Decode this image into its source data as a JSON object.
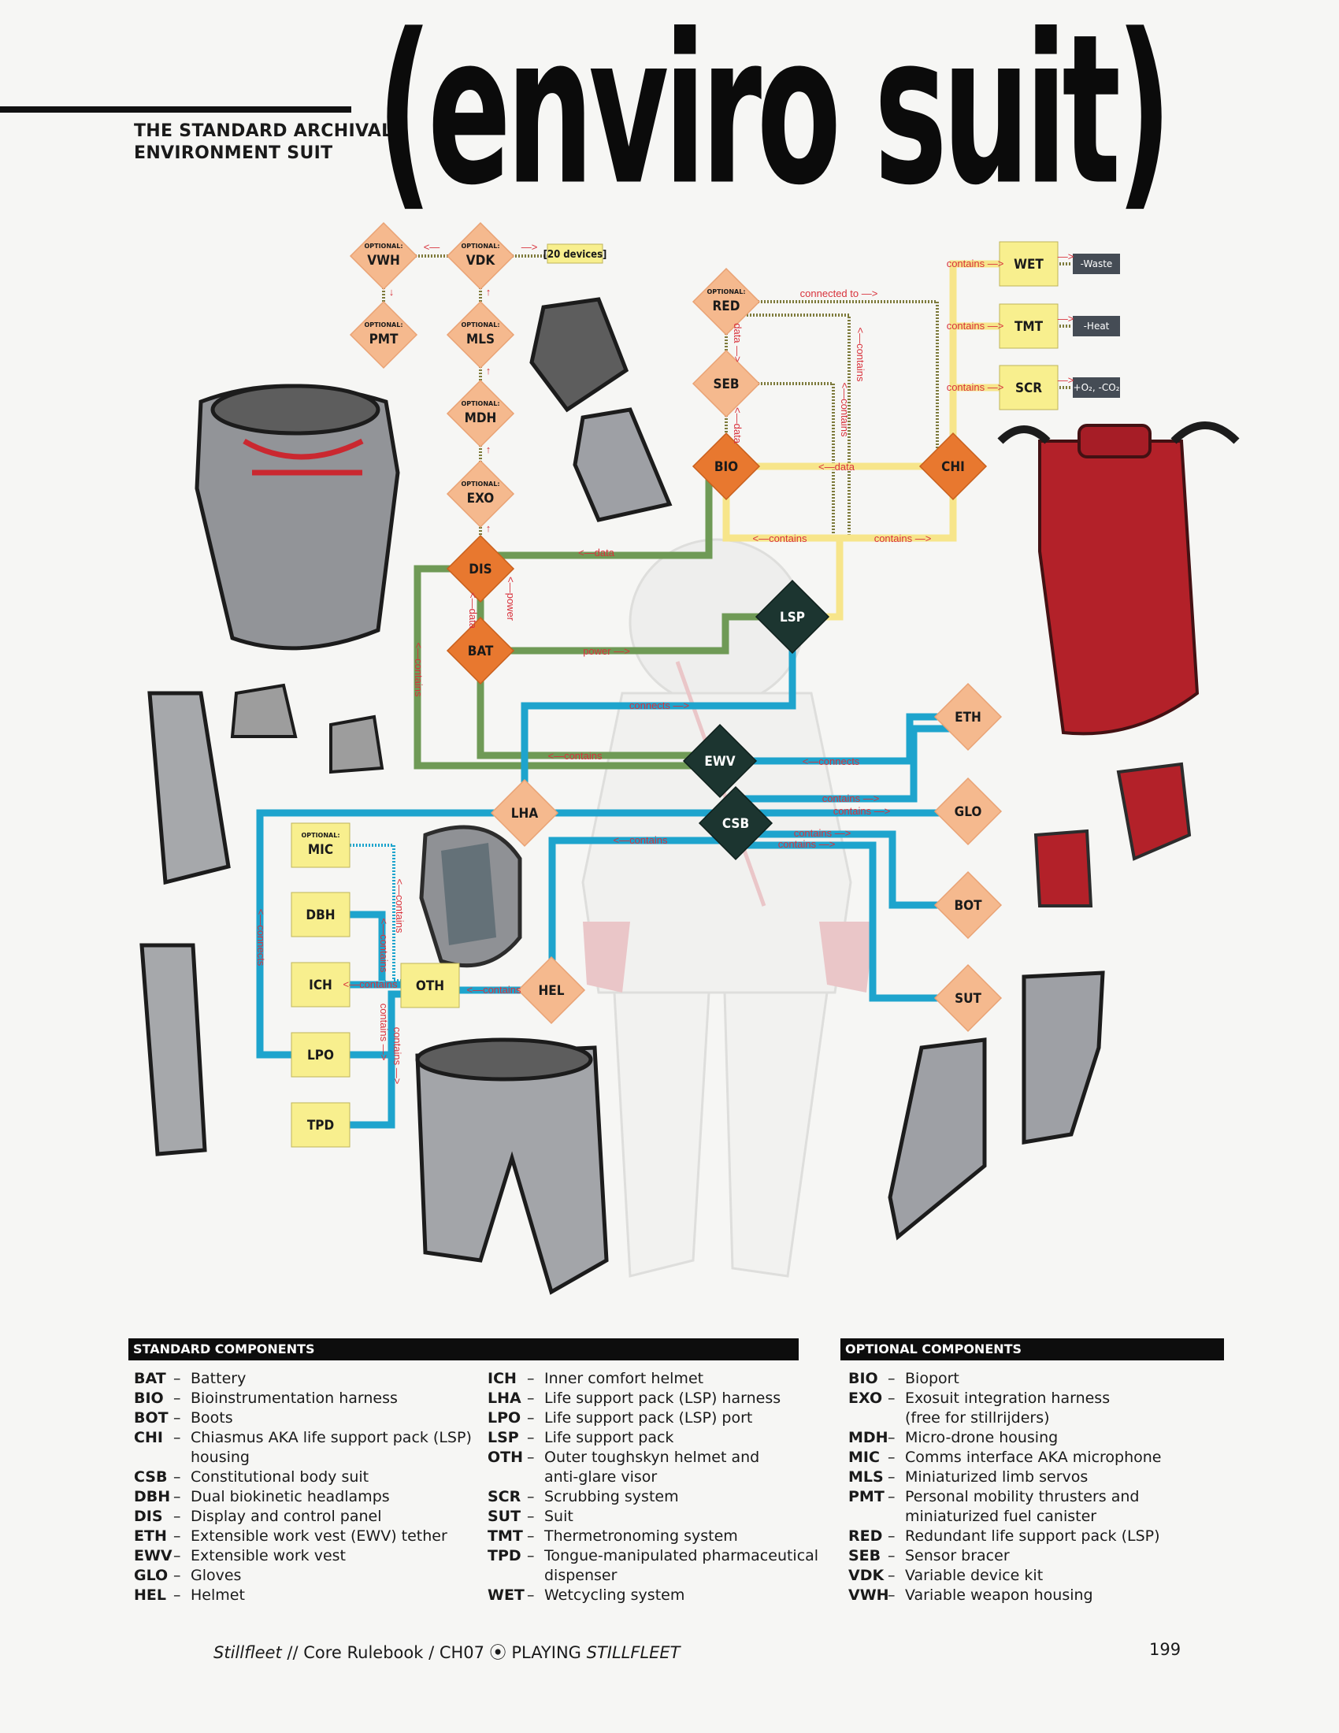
{
  "header": {
    "subtitle": "THE STANDARD ARCHIVAL\nENVIRONMENT SUIT",
    "title": "(enviro suit)"
  },
  "diagram": {
    "optional_label": "OPTIONAL:",
    "devices_label": "[20 devices]",
    "nodes": {
      "VWH": "VWH",
      "VDK": "VDK",
      "PMT": "PMT",
      "MLS": "MLS",
      "MDH": "MDH",
      "EXO": "EXO",
      "DIS": "DIS",
      "BAT": "BAT",
      "RED": "RED",
      "SEB": "SEB",
      "BIO": "BIO",
      "CHI": "CHI",
      "WET": "WET",
      "TMT": "TMT",
      "SCR": "SCR",
      "LSP": "LSP",
      "EWV": "EWV",
      "CSB": "CSB",
      "LHA": "LHA",
      "ETH": "ETH",
      "GLO": "GLO",
      "BOT": "BOT",
      "SUT": "SUT",
      "HEL": "HEL",
      "OTH": "OTH",
      "MIC": "MIC",
      "DBH": "DBH",
      "ICH": "ICH",
      "LPO": "LPO",
      "TPD": "TPD"
    },
    "outputs": {
      "WET": "-Waste",
      "TMT": "-Heat",
      "SCR": "+O₂, -CO₂"
    },
    "edge_labels": {
      "vdk_vwh": "<—",
      "vdk_devices": "—>",
      "vwh_pmt": "↓",
      "mls_vdk": "↑",
      "mdh_mls": "↑",
      "exo_mdh": "↑",
      "dis_exo": "↑",
      "wet": "contains —>",
      "tmt": "contains —>",
      "scr": "contains —>",
      "wet_out": "—>",
      "tmt_out": "—>",
      "scr_out": "—>",
      "red_chi": "connected to —>",
      "red_seb": "data —>",
      "bio_seb": "<—data",
      "red_contains": "<—contains",
      "seb_contains": "<—contains",
      "chi_bio": "<—data",
      "lsp_bio": "<—contains",
      "lsp_chi": "contains —>",
      "bio_dis": "<—data",
      "dis_bat_data": "<—data",
      "dis_bat_power": "<—power",
      "bat_lsp": "power —>",
      "ewv_dis": "<—contains",
      "ewv_bat": "<—contains",
      "lsp_lha": "connects —>",
      "ewv_eth": "<—connects",
      "csb_eth": "contains —>",
      "csb_glo": "contains —>",
      "csb_bot": "contains —>",
      "csb_sut": "contains —>",
      "csb_hel": "<—contains",
      "lha_lpo": "<—connects",
      "hel_oth": "<—contains",
      "oth_ich": "<—contains",
      "oth_mic": "<—contains",
      "oth_dbh": "<—contains",
      "oth_lpo": "contains —>",
      "oth_tpd": "contains —>"
    }
  },
  "standard_components": {
    "heading": "STANDARD COMPONENTS",
    "col1": [
      {
        "abbr": "BAT",
        "desc": "Battery"
      },
      {
        "abbr": "BIO",
        "desc": "Bioinstrumentation harness"
      },
      {
        "abbr": "BOT",
        "desc": "Boots"
      },
      {
        "abbr": "CHI",
        "desc": "Chiasmus AKA life support pack (LSP)\nhousing"
      },
      {
        "abbr": "CSB",
        "desc": "Constitutional body suit"
      },
      {
        "abbr": "DBH",
        "desc": "Dual biokinetic headlamps"
      },
      {
        "abbr": "DIS",
        "desc": "Display and control panel"
      },
      {
        "abbr": "ETH",
        "desc": "Extensible work vest (EWV) tether"
      },
      {
        "abbr": "EWV",
        "desc": "Extensible work vest"
      },
      {
        "abbr": "GLO",
        "desc": "Gloves"
      },
      {
        "abbr": "HEL",
        "desc": "Helmet"
      }
    ],
    "col2": [
      {
        "abbr": "ICH",
        "desc": "Inner comfort helmet"
      },
      {
        "abbr": "LHA",
        "desc": "Life support pack (LSP) harness"
      },
      {
        "abbr": "LPO",
        "desc": "Life support pack (LSP) port"
      },
      {
        "abbr": "LSP",
        "desc": "Life support pack"
      },
      {
        "abbr": "OTH",
        "desc": "Outer toughskyn helmet and\nanti-glare visor"
      },
      {
        "abbr": "SCR",
        "desc": "Scrubbing system"
      },
      {
        "abbr": "SUT",
        "desc": "Suit"
      },
      {
        "abbr": "TMT",
        "desc": "Thermetronoming system"
      },
      {
        "abbr": "TPD",
        "desc": "Tongue-manipulated pharmaceutical\ndispenser"
      },
      {
        "abbr": "WET",
        "desc": "Wetcycling system"
      }
    ]
  },
  "optional_components": {
    "heading": "OPTIONAL COMPONENTS",
    "items": [
      {
        "abbr": "BIO",
        "desc": "Bioport"
      },
      {
        "abbr": "EXO",
        "desc": "Exosuit integration harness\n(free for stillrijders)"
      },
      {
        "abbr": "MDH",
        "desc": "Micro-drone housing"
      },
      {
        "abbr": "MIC",
        "desc": "Comms interface AKA microphone"
      },
      {
        "abbr": "MLS",
        "desc": "Miniaturized limb servos"
      },
      {
        "abbr": "PMT",
        "desc": "Personal mobility thrusters and\nminiaturized fuel canister"
      },
      {
        "abbr": "RED",
        "desc": "Redundant life support pack (LSP)"
      },
      {
        "abbr": "SEB",
        "desc": "Sensor bracer"
      },
      {
        "abbr": "VDK",
        "desc": "Variable device kit"
      },
      {
        "abbr": "VWH",
        "desc": "Variable weapon housing"
      }
    ]
  },
  "dash": "–",
  "footer": {
    "book": "Stillfleet",
    "rest": " // Core Rulebook / CH07 ⦿ PLAYING ",
    "chapter": "STILLFLEET",
    "page": "199"
  },
  "colors": {
    "green": "#6f9a56",
    "yellow": "#f7e58a",
    "blue": "#1ea4cd",
    "label_red": "#d8323c",
    "light_orange": "#f5b98e",
    "dark_orange": "#e8782f",
    "dark_teal": "#1c3530"
  }
}
